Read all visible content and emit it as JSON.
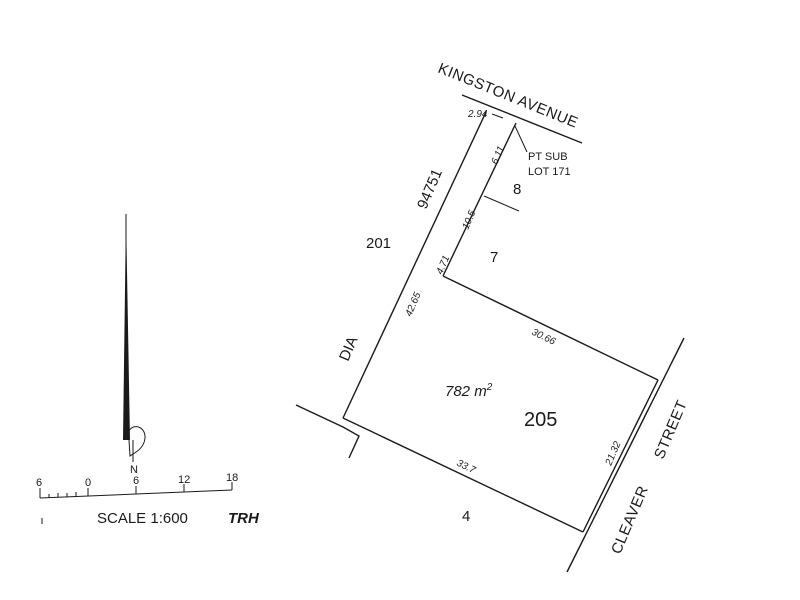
{
  "streets": {
    "kingston": "KINGSTON AVENUE",
    "cleaver_1": "CLEAVER",
    "cleaver_2": "STREET"
  },
  "plan_ref": {
    "number": "94751",
    "prefix": "DIA"
  },
  "lots": {
    "lot_201": "201",
    "lot_8": "8",
    "lot_7": "7",
    "lot_205": "205",
    "lot_4": "4"
  },
  "pt_sub": {
    "line1": "PT SUB",
    "line2": "LOT 171"
  },
  "area": {
    "value": "782 m",
    "sup": "2"
  },
  "dimensions": {
    "d_2_94": "2.94",
    "d_6_11": "6.11",
    "d_10_5": "10.5",
    "d_4_71": "4.71",
    "d_42_65": "42.65",
    "d_30_66": "30.66",
    "d_21_32": "21.32",
    "d_33_7": "33.7"
  },
  "north": {
    "label": "N"
  },
  "scale": {
    "ticks": [
      "6",
      "0",
      "6",
      "12",
      "18"
    ],
    "label": "SCALE 1:600",
    "initials": "TRH"
  }
}
